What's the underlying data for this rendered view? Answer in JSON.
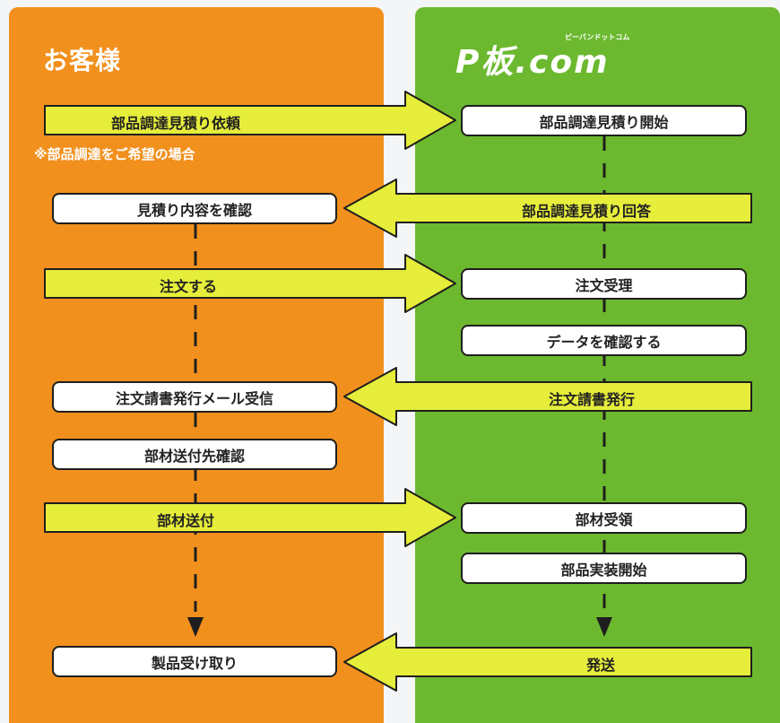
{
  "left_panel": {
    "title": "お客様",
    "note": "※部品調達をご希望の場合",
    "steps": [
      "見積り内容を確認",
      "注文請書発行メール受信",
      "部材送付先確認",
      "製品受け取り"
    ]
  },
  "right_panel": {
    "logo_text": "P板.com",
    "logo_ruby": "ピーバンドットコム",
    "steps": [
      "部品調達見積り開始",
      "注文受理",
      "データを確認する",
      "部材受領",
      "部品実装開始"
    ]
  },
  "arrows": {
    "request_quote": "部品調達見積り依頼",
    "quote_answer": "部品調達見積り回答",
    "order": "注文する",
    "order_confirmation": "注文請書発行",
    "send_parts": "部材送付",
    "shipment": "発送"
  },
  "colors": {
    "customer": "#f2901e",
    "provider": "#6cb92f",
    "arrow_fill": "#e6ed3a"
  }
}
